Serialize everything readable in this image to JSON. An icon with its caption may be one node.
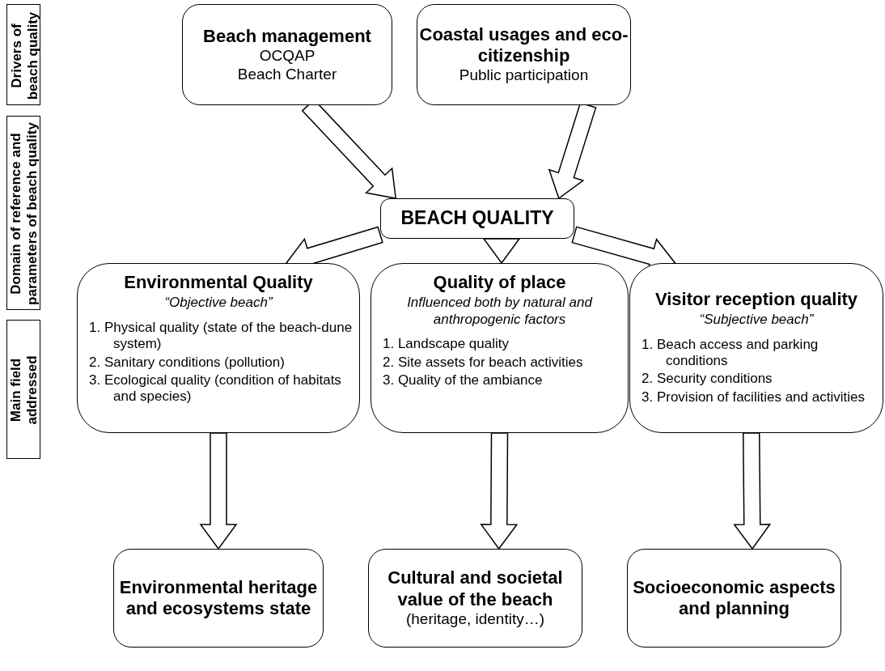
{
  "diagram": {
    "nodes": [
      {
        "text": [
          "Drivers of beach quality"
        ]
      },
      {
        "text": [
          "Domain of reference and parameters of beach quality"
        ]
      },
      {
        "text": [
          "Main field addressed"
        ]
      },
      {
        "text": [
          "Beach management",
          "OCQAP",
          "Beach Charter"
        ]
      },
      {
        "text": [
          "Coastal usages and eco-citizenship",
          "Public participation"
        ]
      },
      {
        "text": [
          "BEACH QUALITY"
        ]
      },
      {
        "text": [
          "Environmental Quality",
          "“Objective beach”",
          "1. Physical quality (state of the beach-dune system)",
          "2. Sanitary conditions (pollution)",
          "3. Ecological quality (condition of habitats and species)"
        ]
      },
      {
        "text": [
          "Quality of place",
          "Influenced both by natural and anthropogenic factors",
          "1. Landscape quality",
          "2. Site assets for beach activities",
          "3. Quality of the ambiance"
        ]
      },
      {
        "text": [
          "Visitor reception quality",
          "“Subjective beach”",
          "1. Beach access and parking conditions",
          "2. Security conditions",
          "3. Provision of facilities and activities"
        ]
      },
      {
        "text": [
          "Environmental heritage and ecosystems state"
        ]
      },
      {
        "text": [
          "Cultural and societal value of the beach",
          "(heritage, identity…)"
        ]
      },
      {
        "text": [
          "Socioeconomic aspects and planning"
        ]
      }
    ],
    "edges": [
      {
        "from": 3,
        "to": 5,
        "arrow": "to"
      },
      {
        "from": 4,
        "to": 5,
        "arrow": "to"
      },
      {
        "from": 5,
        "to": 6,
        "arrow": "to"
      },
      {
        "from": 5,
        "to": 7,
        "arrow": "to"
      },
      {
        "from": 5,
        "to": 8,
        "arrow": "to"
      },
      {
        "from": 6,
        "to": 9,
        "arrow": "to"
      },
      {
        "from": 7,
        "to": 10,
        "arrow": "to"
      },
      {
        "from": 8,
        "to": 11,
        "arrow": "to"
      }
    ]
  }
}
